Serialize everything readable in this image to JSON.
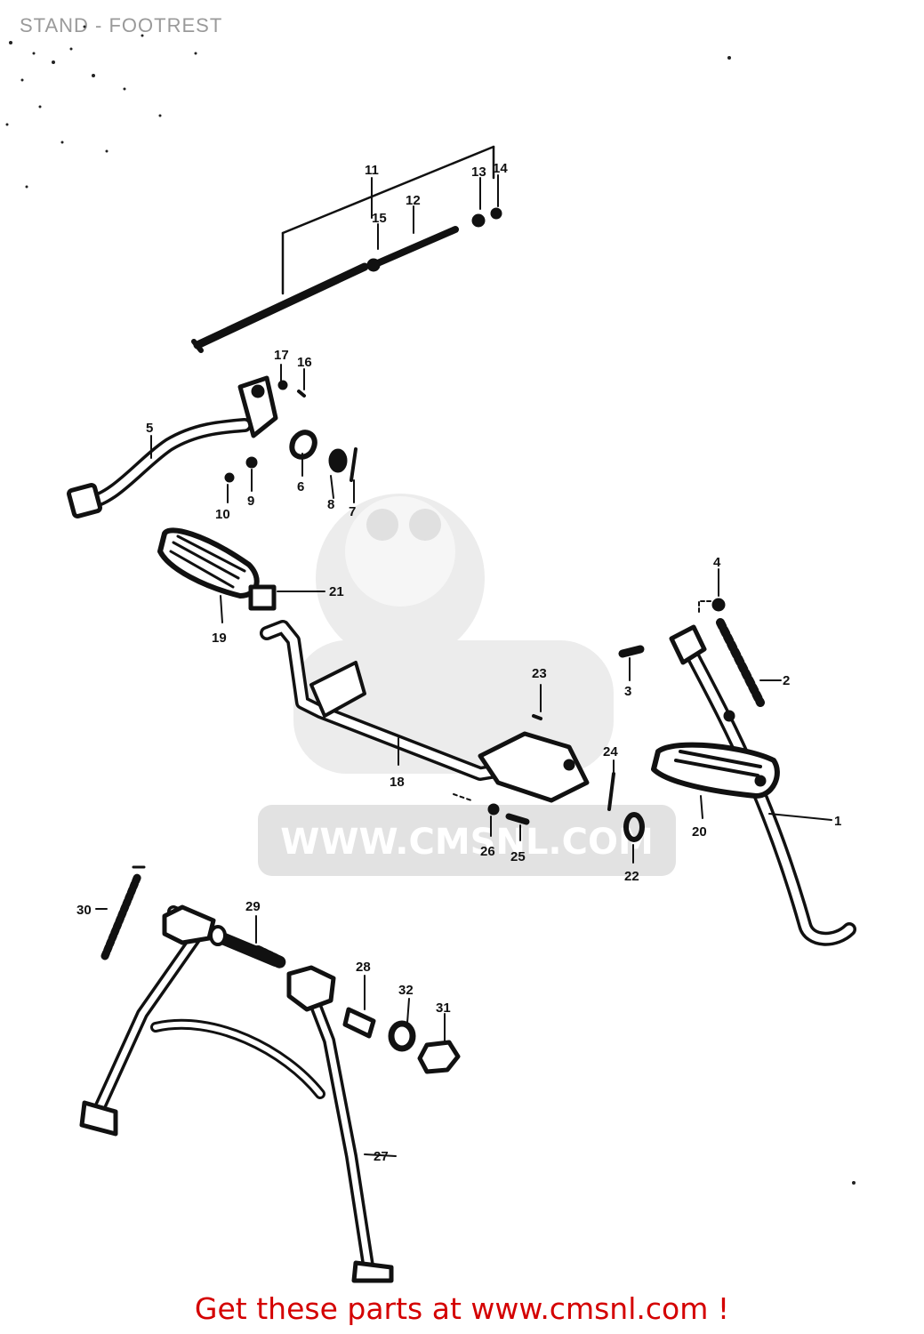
{
  "header": {
    "title": "STAND - FOOTREST"
  },
  "watermark": {
    "text": "WWW.CMSNL.COM"
  },
  "footer": {
    "link_text": "Get these parts at www.cmsnl.com !"
  },
  "colors": {
    "footer_text": "#d40000",
    "ink": "#111111",
    "watermark": "#e2e2e2"
  },
  "part_labels": [
    "1",
    "2",
    "3",
    "4",
    "5",
    "6",
    "7",
    "8",
    "9",
    "10",
    "11",
    "12",
    "13",
    "14",
    "15",
    "16",
    "17",
    "18",
    "19",
    "20",
    "21",
    "22",
    "23",
    "24",
    "25",
    "26",
    "27",
    "28",
    "29",
    "30",
    "31",
    "32"
  ]
}
